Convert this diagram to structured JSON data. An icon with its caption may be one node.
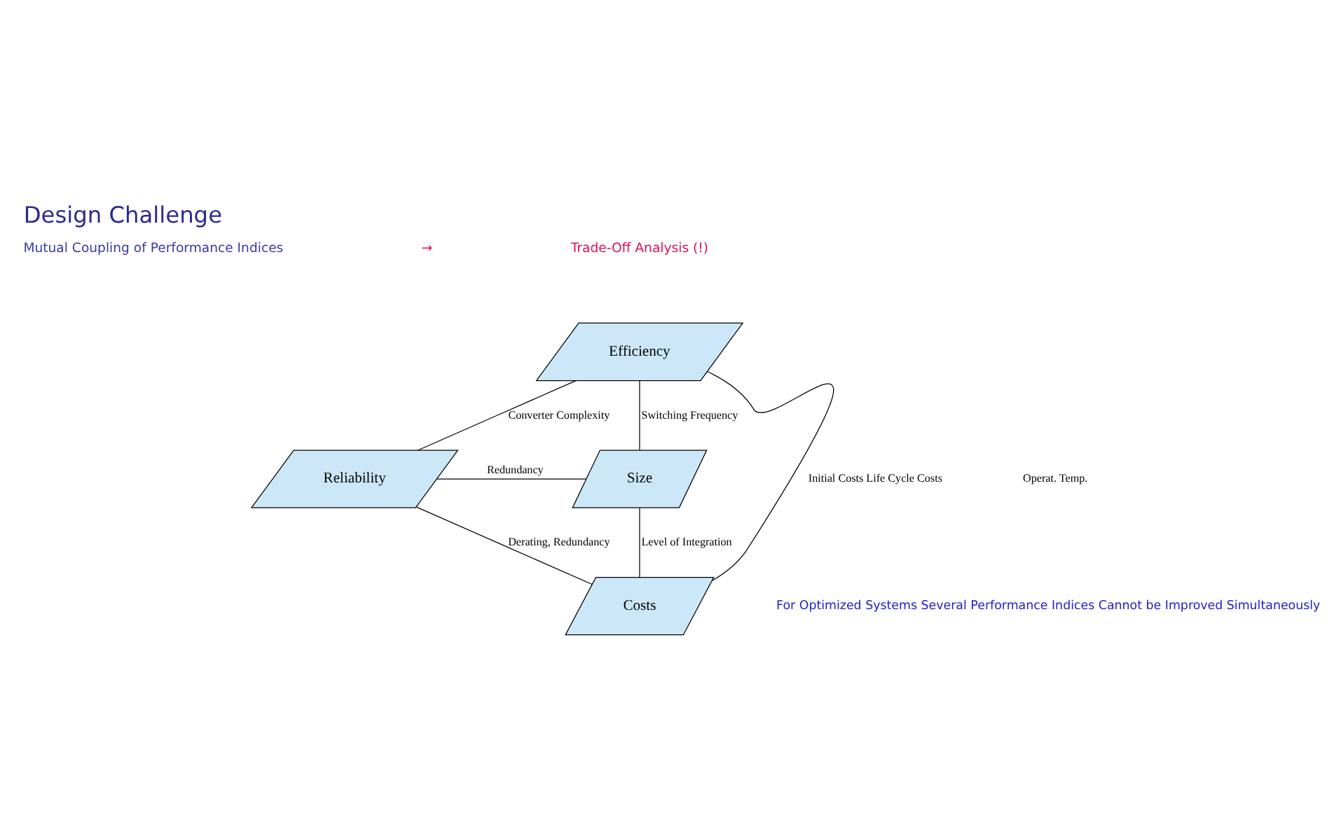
{
  "diagram": {
    "title": "Design Challenge",
    "nodes": [
      {
        "text": [
          "Efficiency"
        ]
      },
      {
        "text": [
          "Reliability"
        ]
      },
      {
        "text": [
          "Size"
        ]
      },
      {
        "text": [
          "Costs"
        ]
      }
    ],
    "edges": [
      {
        "from": 0,
        "to": 1,
        "arrow": "none",
        "label": "Converter Complexity"
      },
      {
        "from": 0,
        "to": 2,
        "arrow": "none",
        "label": "Switching Frequency"
      },
      {
        "from": 0,
        "to": 3,
        "arrow": "none",
        "label": "Initial Costs Life Cycle Costs"
      },
      {
        "from": 1,
        "to": 2,
        "arrow": "none",
        "label": "Redundancy"
      },
      {
        "from": 1,
        "to": 3,
        "arrow": "none",
        "label": "Derating, Redundancy"
      },
      {
        "from": 2,
        "to": 3,
        "arrow": "none",
        "label": "Level of Integration"
      }
    ],
    "labels": [
      "Mutual Coupling of Performance Indices",
      "→",
      "Trade-Off Analysis (!)",
      "Operat. Temp.",
      "For Optimized Systems Several Performance Indices Cannot be Improved Simultaneously"
    ]
  }
}
